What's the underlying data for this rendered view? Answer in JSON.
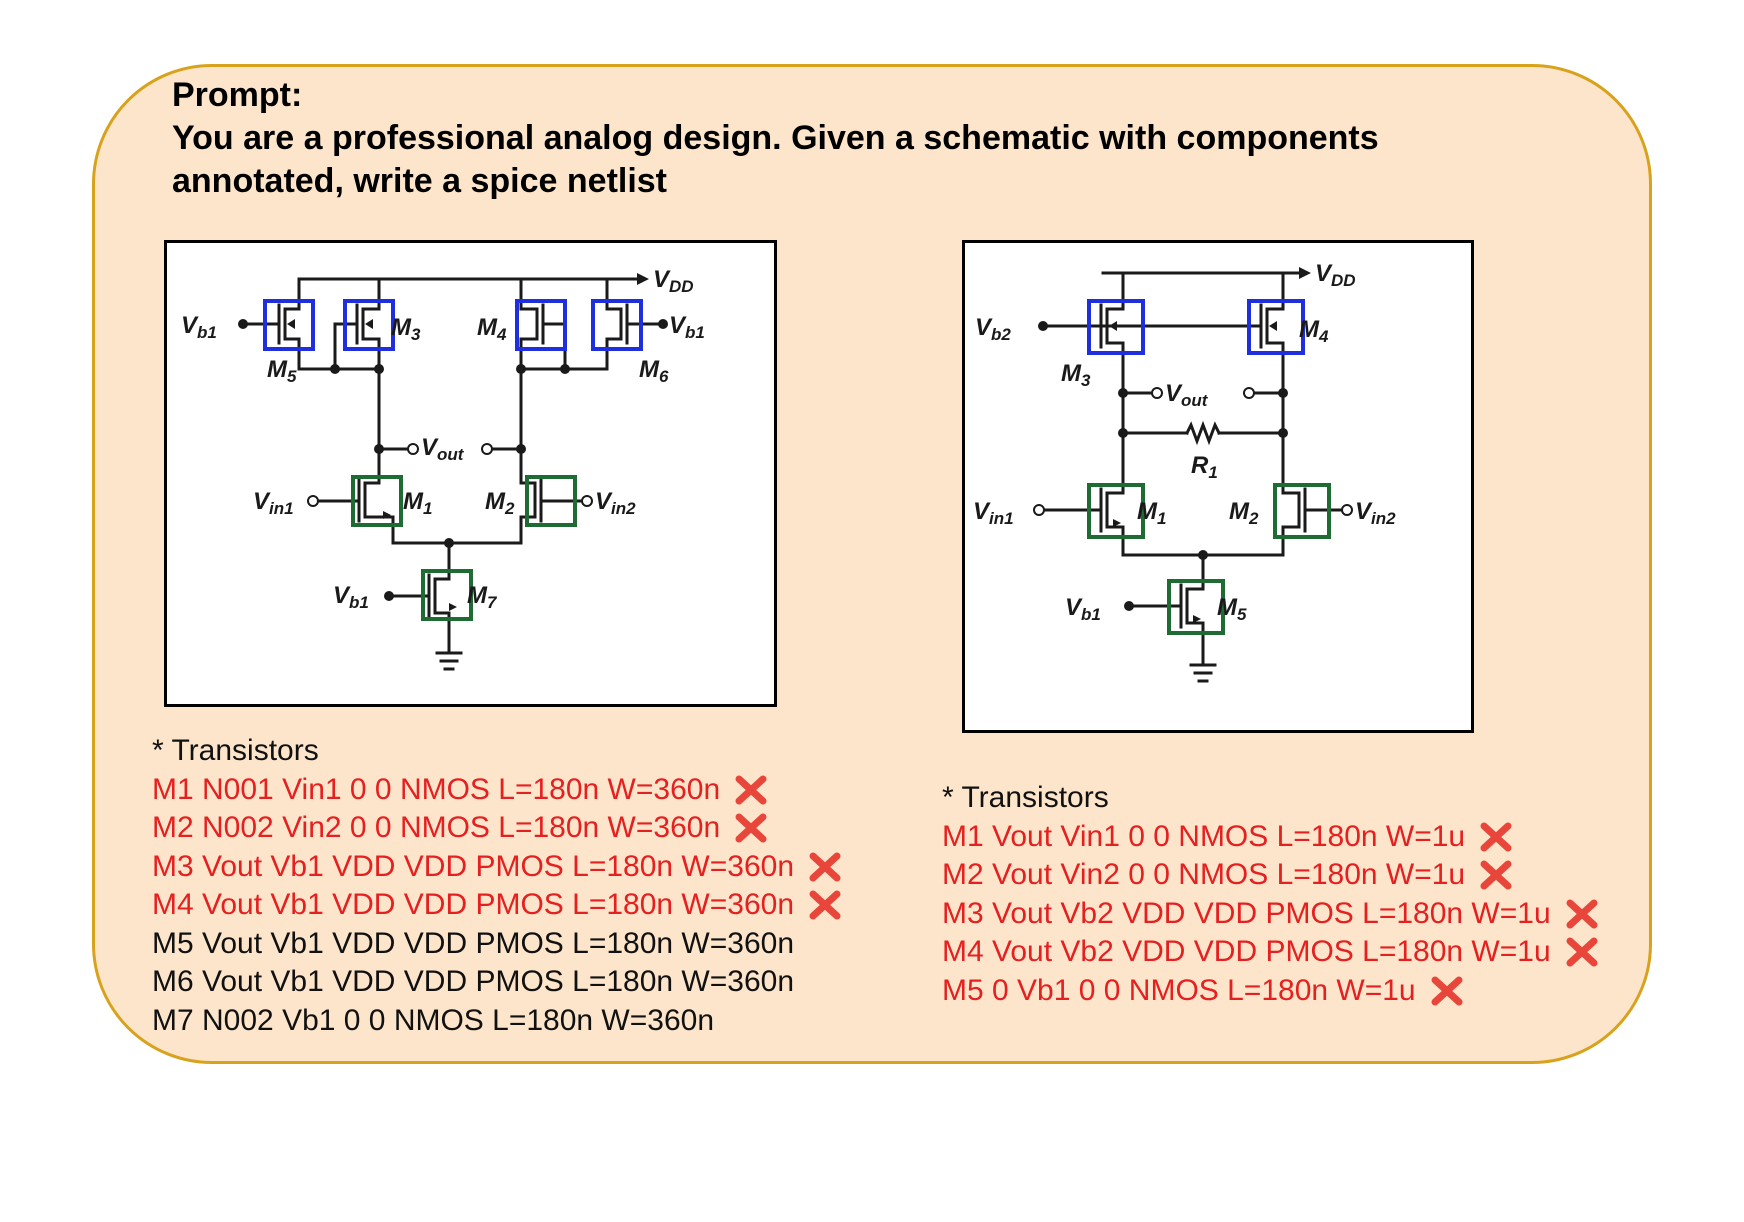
{
  "prompt": {
    "label": "Prompt:",
    "line1": "You are a professional analog design. Given a schematic with components",
    "line2": "annotated, write a spice netlist"
  },
  "schematic_left": {
    "vdd": "V",
    "vdd_sub": "DD",
    "vb1_left": "V",
    "vb1_left_sub": "b1",
    "vb1_right": "V",
    "vb1_right_sub": "b1",
    "vb1_bottom": "V",
    "vb1_bottom_sub": "b1",
    "vout": "V",
    "vout_sub": "out",
    "vin1": "V",
    "vin1_sub": "in1",
    "vin2": "V",
    "vin2_sub": "in2",
    "m1": "M",
    "m1_sub": "1",
    "m2": "M",
    "m2_sub": "2",
    "m3": "M",
    "m3_sub": "3",
    "m4": "M",
    "m4_sub": "4",
    "m5": "M",
    "m5_sub": "5",
    "m6": "M",
    "m6_sub": "6",
    "m7": "M",
    "m7_sub": "7"
  },
  "schematic_right": {
    "vdd": "V",
    "vdd_sub": "DD",
    "vb2": "V",
    "vb2_sub": "b2",
    "vb1": "V",
    "vb1_sub": "b1",
    "vout": "V",
    "vout_sub": "out",
    "vin1": "V",
    "vin1_sub": "in1",
    "vin2": "V",
    "vin2_sub": "in2",
    "r1": "R",
    "r1_sub": "1",
    "m1": "M",
    "m1_sub": "1",
    "m2": "M",
    "m2_sub": "2",
    "m3": "M",
    "m3_sub": "3",
    "m4": "M",
    "m4_sub": "4",
    "m5": "M",
    "m5_sub": "5"
  },
  "netlist_left": {
    "header": "* Transistors",
    "lines": [
      {
        "text": "M1 N001 Vin1 0 0 NMOS L=180n W=360n",
        "status": "wrong"
      },
      {
        "text": "M2 N002 Vin2 0 0 NMOS L=180n W=360n",
        "status": "wrong"
      },
      {
        "text": "M3 Vout Vb1 VDD VDD PMOS L=180n W=360n",
        "status": "wrong"
      },
      {
        "text": "M4 Vout Vb1 VDD VDD PMOS L=180n W=360n",
        "status": "wrong"
      },
      {
        "text": "M5 Vout Vb1 VDD VDD PMOS L=180n W=360n",
        "status": "correct"
      },
      {
        "text": "M6 Vout Vb1 VDD VDD PMOS L=180n W=360n",
        "status": "correct"
      },
      {
        "text": "M7 N002 Vb1 0 0 NMOS L=180n W=360n",
        "status": "correct"
      }
    ]
  },
  "netlist_right": {
    "header": "* Transistors",
    "lines": [
      {
        "text": "M1 Vout Vin1 0 0 NMOS L=180n W=1u",
        "status": "wrong"
      },
      {
        "text": "M2 Vout Vin2 0 0 NMOS L=180n W=1u",
        "status": "wrong"
      },
      {
        "text": "M3 Vout Vb2 VDD VDD PMOS L=180n W=1u",
        "status": "wrong"
      },
      {
        "text": "M4 Vout Vb2 VDD VDD PMOS L=180n W=1u",
        "status": "wrong"
      },
      {
        "text": "M5 0 Vb1 0 0 NMOS L=180n W=1u",
        "status": "wrong"
      }
    ]
  },
  "colors": {
    "panel_fill": "#fde5cb",
    "panel_border": "#d8a21c",
    "pmos_box": "#1f2fe0",
    "nmos_box": "#1e6b34",
    "wrong_text": "#e52020",
    "correct_text": "#111111",
    "x_mark": "#e8463a"
  },
  "icons": {
    "wrong_mark": "cross-mark-icon"
  }
}
